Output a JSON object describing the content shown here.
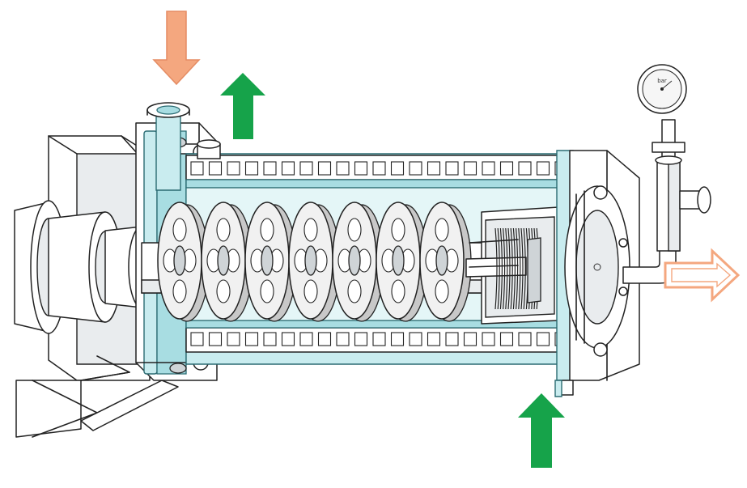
{
  "diagram": {
    "gauge_label": "bar",
    "colors": {
      "material_flow": "#f4a77f",
      "coolant_flow": "#16a34a",
      "coolant_jacket": "#c9ecef",
      "outline": "#222222"
    },
    "arrows": [
      {
        "id": "material-inlet-arrow",
        "role": "material in",
        "direction": "down",
        "color": "#f4a77f"
      },
      {
        "id": "coolant-outlet-arrow",
        "role": "coolant out",
        "direction": "up",
        "color": "#16a34a"
      },
      {
        "id": "material-outlet-arrow",
        "role": "material out",
        "direction": "right",
        "color": "#f4a77f"
      },
      {
        "id": "coolant-inlet-arrow",
        "role": "coolant in",
        "direction": "up",
        "color": "#16a34a"
      }
    ],
    "grinding_disc_count": 7
  }
}
